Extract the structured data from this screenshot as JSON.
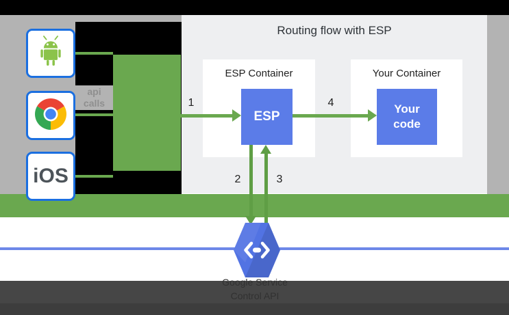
{
  "flow": {
    "title": "Routing flow with ESP",
    "step_1": "1",
    "step_2": "2",
    "step_3": "3",
    "step_4": "4",
    "esp_container_label": "ESP Container",
    "esp_box_label": "ESP",
    "your_container_label": "Your Container",
    "your_box_line1": "Your",
    "your_box_line2": "code"
  },
  "clients": {
    "ios_label": "iOS",
    "api_calls_line1": "api",
    "api_calls_line2": "calls",
    "icons": {
      "android": "android-robot-icon",
      "chrome": "chrome-browser-icon",
      "endpoints": "code-angle-brackets-icon"
    }
  },
  "service": {
    "name_line1": "Google Service",
    "name_line2": "Control API"
  },
  "colors": {
    "arrow_green": "#6aa84f",
    "box_blue": "#5b7ce8",
    "hexagon_blue": "#5273e3",
    "service_line_blue": "#6d87e8",
    "device_border_blue": "#1b6fe0",
    "panel_bg": "#eeeff1",
    "underlay_gray": "#b3b3b3",
    "dark_strip": "#464646"
  }
}
